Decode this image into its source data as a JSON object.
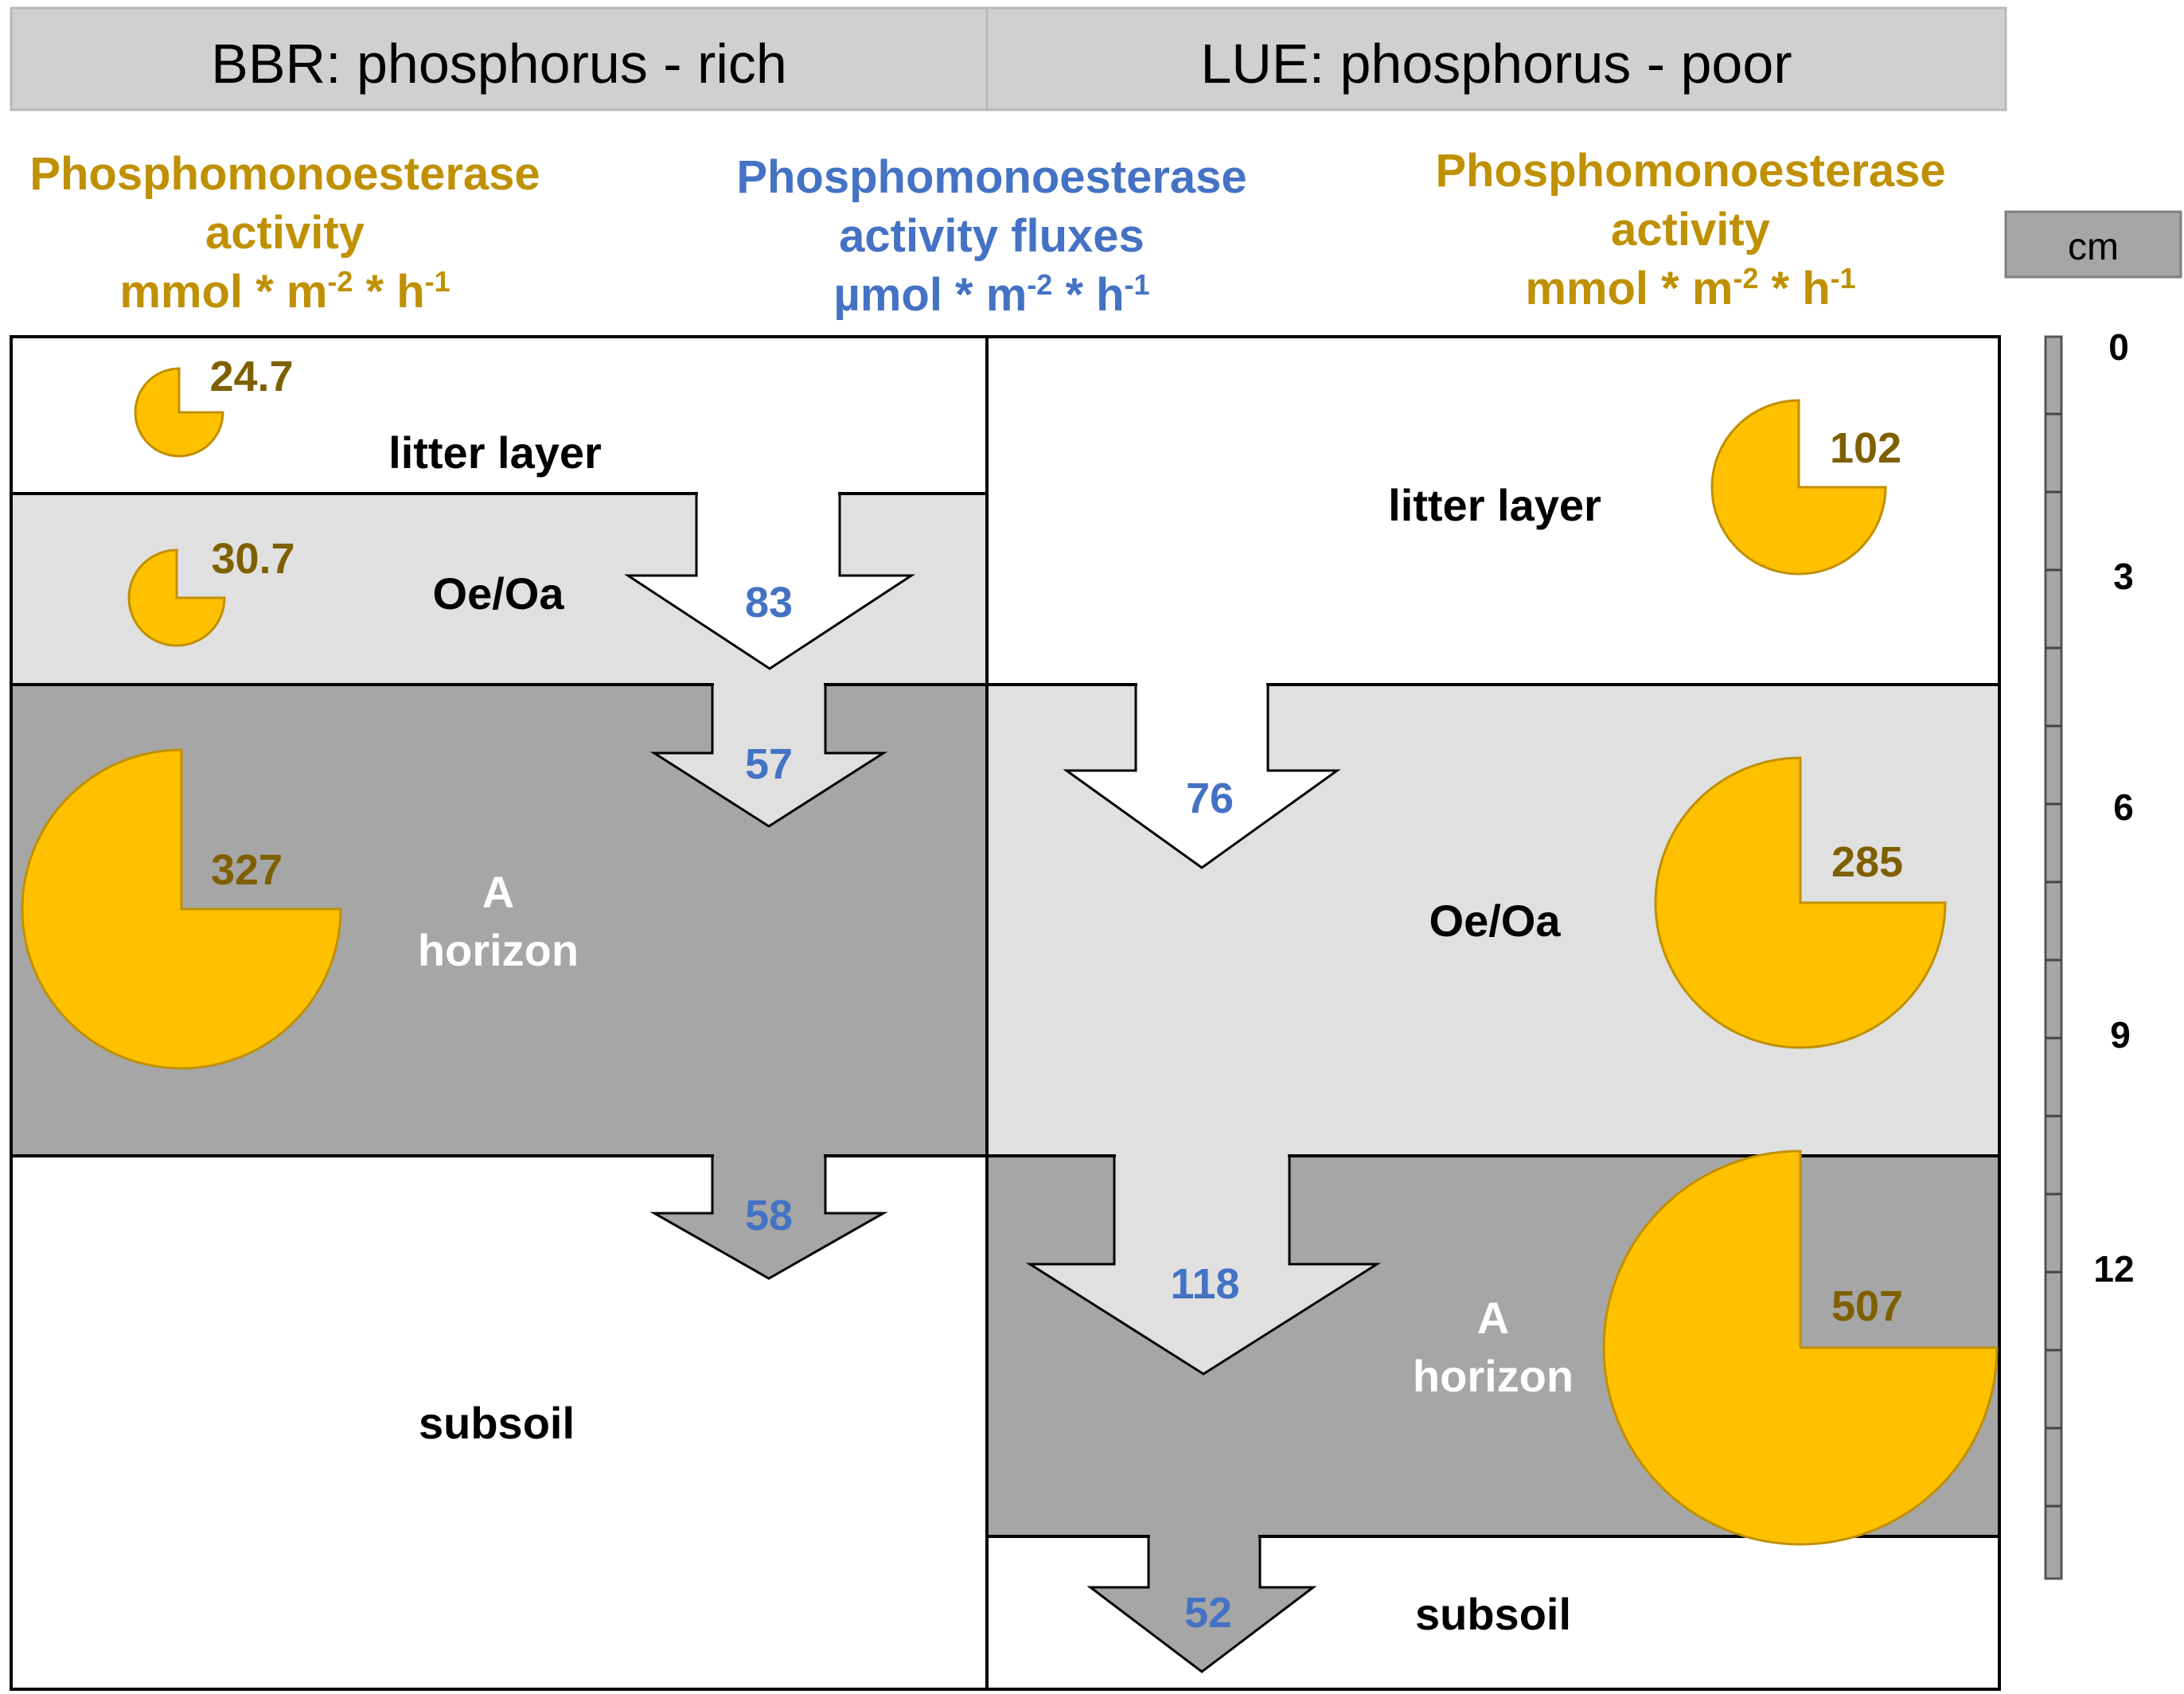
{
  "header": {
    "left_title": "BBR: phosphorus - rich",
    "right_title": "LUE: phosphorus - poor"
  },
  "column_titles": {
    "left": {
      "line1": "Phosphomonoesterase",
      "line2": "activity",
      "line3_base": "mmol * m",
      "line3_exp1": "-2",
      "line3_mid": " * h",
      "line3_exp2": "-1"
    },
    "center": {
      "line1": "Phosphomonoesterase",
      "line2": "activity fluxes",
      "line3_base": "µmol * m",
      "line3_exp1": "-2",
      "line3_mid": " * h",
      "line3_exp2": "-1"
    },
    "right": {
      "line1": "Phosphomonoesterase",
      "line2": "activity",
      "line3_base": "mmol * m",
      "line3_exp1": "-2",
      "line3_mid": " * h",
      "line3_exp2": "-1"
    }
  },
  "bbr_layers": {
    "litter": "litter layer",
    "oeoa": "Oe/Oa",
    "a_line1": "A",
    "a_line2": "horizon",
    "subsoil": "subsoil"
  },
  "lue_layers": {
    "litter": "litter layer",
    "oeoa": "Oe/Oa",
    "a_line1": "A",
    "a_line2": "horizon",
    "subsoil": "subsoil"
  },
  "activity": {
    "bbr_litter": "24.7",
    "bbr_oeoa": "30.7",
    "bbr_a": "327",
    "lue_litter": "102",
    "lue_oeoa": "285",
    "lue_a": "507"
  },
  "fluxes": {
    "bbr_litter_to_oeoa": "83",
    "bbr_oeoa_to_a": "57",
    "bbr_a_to_subsoil": "58",
    "lue_litter_to_oeoa": "76",
    "lue_oeoa_to_a": "118",
    "lue_a_to_subsoil": "52"
  },
  "depth_scale": {
    "unit": "cm",
    "labels": [
      "0",
      "3",
      "6",
      "9",
      "12"
    ]
  },
  "colors": {
    "header_fill": "#d0d0d0",
    "light_gray": "#e0e0e0",
    "dark_gray": "#a6a6a6",
    "pie_fill": "#ffc000",
    "pie_stroke": "#bf9000",
    "gold_text": "#bf9000",
    "pie_value_text": "#7f6000",
    "blue_text": "#4472c4"
  }
}
